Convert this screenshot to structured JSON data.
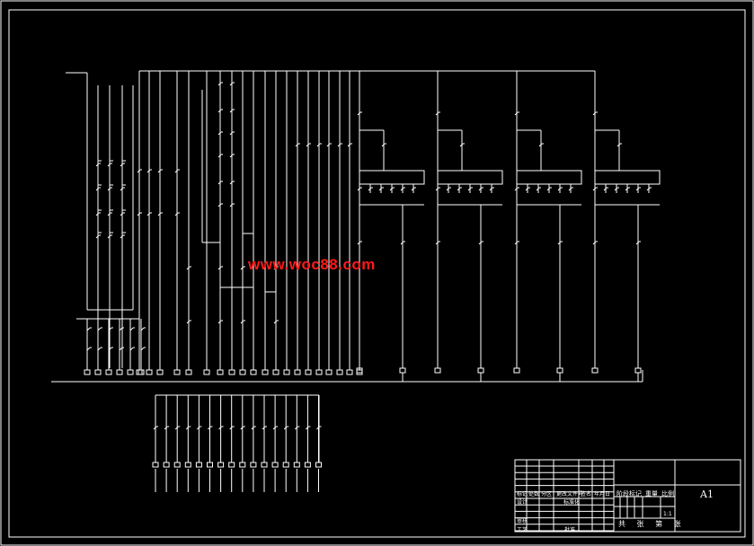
{
  "watermark": "www.woc88.com",
  "title_block": {
    "sheet_size": "A1",
    "scale": "1:1",
    "header_cells": [
      "标记",
      "处数",
      "分区",
      "更改文件号",
      "签名",
      "年月日"
    ],
    "row_labels": [
      "设计",
      "审核",
      "工艺"
    ],
    "std_label": "标准化",
    "approve_label": "批准",
    "stage_headers": [
      "阶段标记",
      "重量",
      "比例"
    ],
    "sheet_count": "共 张 第 张"
  },
  "colors": {
    "background": "#000000",
    "lines": "#ffffff",
    "watermark": "#ff1a1a"
  }
}
